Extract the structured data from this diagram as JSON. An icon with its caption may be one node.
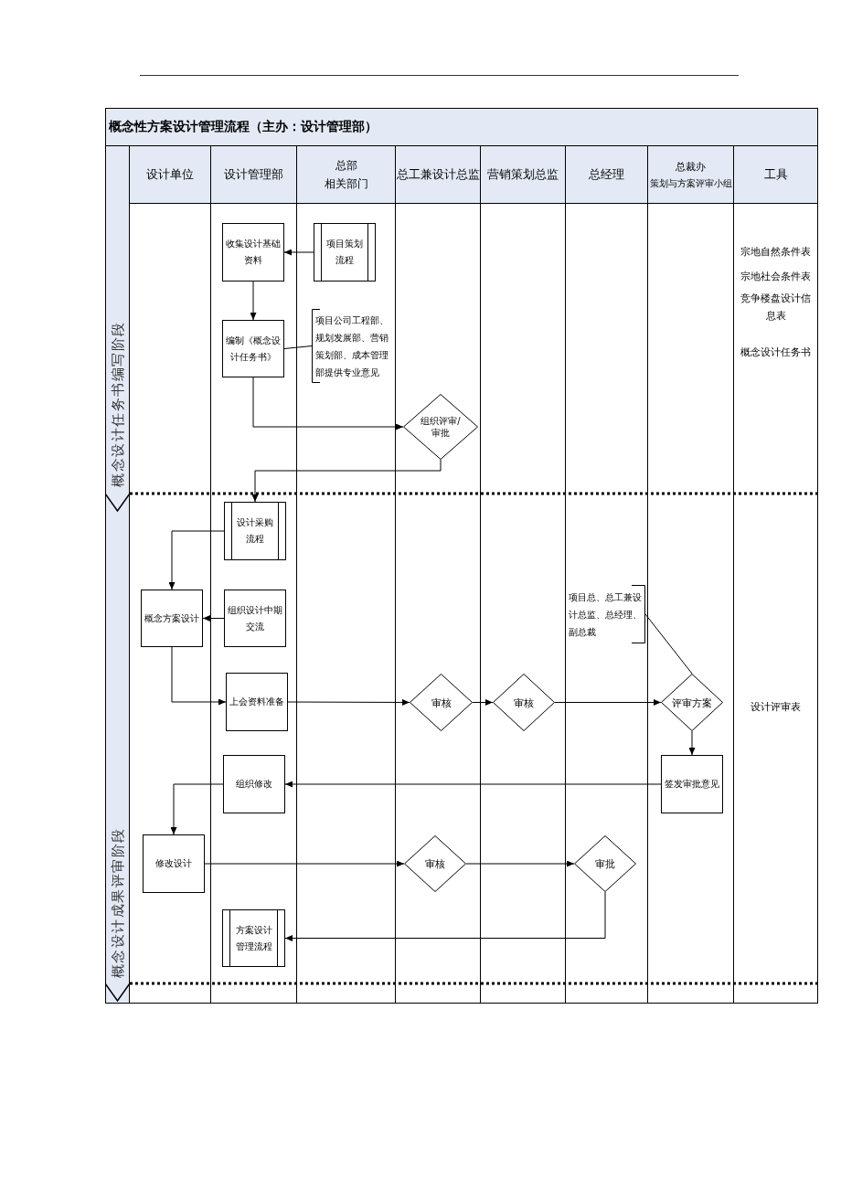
{
  "diagram": {
    "title": "概念性方案设计管理流程（主办：设计管理部）",
    "nodes": [
      {
        "text": [
          "设计单位"
        ]
      },
      {
        "text": [
          "设计管理部"
        ]
      },
      {
        "text": [
          "总部",
          "相关部门"
        ]
      },
      {
        "text": [
          "总工兼设计总监"
        ]
      },
      {
        "text": [
          "营销策划总监"
        ]
      },
      {
        "text": [
          "总经理"
        ]
      },
      {
        "text": [
          "总裁办",
          "策划与方案评审小组"
        ]
      },
      {
        "text": [
          "工具",
          "宗地自然条件表",
          "宗地社会条件表",
          "竞争楼盘设计信息表",
          "概念设计任务书",
          "设计评审表"
        ]
      },
      {
        "text": [
          "概念设计任务书编写阶段"
        ]
      },
      {
        "text": [
          "概念设计成果评审阶段"
        ]
      },
      {
        "text": [
          "收集设计基础资料"
        ],
        "in": 1
      },
      {
        "text": [
          "项目策划流程"
        ],
        "in": 2
      },
      {
        "text": [
          "编制《概念设计任务书》"
        ],
        "in": 1
      },
      {
        "text": [
          "项目公司工程部、规划发展部、营销策划部、成本管理部提供专业意见"
        ],
        "in": 2
      },
      {
        "text": [
          "组织评审/审批"
        ],
        "in": 3
      },
      {
        "text": [
          "设计采购流程"
        ],
        "in": 1
      },
      {
        "text": [
          "概念方案设计"
        ],
        "in": 0
      },
      {
        "text": [
          "组织设计中期交流"
        ],
        "in": 1
      },
      {
        "text": [
          "上会资料准备"
        ],
        "in": 1
      },
      {
        "text": [
          "审核"
        ],
        "in": 3
      },
      {
        "text": [
          "审核"
        ],
        "in": 4
      },
      {
        "text": [
          "项目总、总工兼设计总监、总经理、副总裁"
        ],
        "in": 5
      },
      {
        "text": [
          "评审方案"
        ],
        "in": 6
      },
      {
        "text": [
          "签发审批意见"
        ],
        "in": 6
      },
      {
        "text": [
          "组织修改"
        ],
        "in": 1
      },
      {
        "text": [
          "修改设计"
        ],
        "in": 0
      },
      {
        "text": [
          "审核"
        ],
        "in": 3
      },
      {
        "text": [
          "审批"
        ],
        "in": 5
      },
      {
        "text": [
          "方案设计管理流程"
        ],
        "in": 1
      }
    ],
    "edges": [
      {
        "from": 11,
        "to": 10,
        "arrow": "to"
      },
      {
        "from": 10,
        "to": 12,
        "arrow": "to"
      },
      {
        "from": 13,
        "to": 12,
        "arrow": "none"
      },
      {
        "from": 12,
        "to": 14,
        "arrow": "to"
      },
      {
        "from": 14,
        "to": 15,
        "arrow": "to"
      },
      {
        "from": 15,
        "to": 16,
        "arrow": "to"
      },
      {
        "from": 17,
        "to": 16,
        "arrow": "to"
      },
      {
        "from": 16,
        "to": 18,
        "arrow": "to"
      },
      {
        "from": 18,
        "to": 19,
        "arrow": "to"
      },
      {
        "from": 19,
        "to": 20,
        "arrow": "to"
      },
      {
        "from": 20,
        "to": 22,
        "arrow": "to"
      },
      {
        "from": 21,
        "to": 22,
        "arrow": "none"
      },
      {
        "from": 22,
        "to": 23,
        "arrow": "to"
      },
      {
        "from": 23,
        "to": 24,
        "arrow": "to"
      },
      {
        "from": 24,
        "to": 25,
        "arrow": "to"
      },
      {
        "from": 25,
        "to": 26,
        "arrow": "to"
      },
      {
        "from": 26,
        "to": 27,
        "arrow": "to"
      },
      {
        "from": 27,
        "to": 28,
        "arrow": "to"
      }
    ]
  }
}
